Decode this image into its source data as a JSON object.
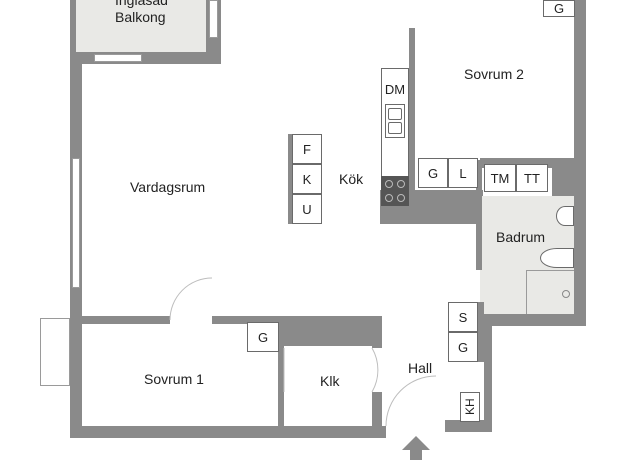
{
  "rooms": {
    "balcony_line1": "Inglasad",
    "balcony_line2": "Balkong",
    "bedroom2": "Sovrum 2",
    "living": "Vardagsrum",
    "kitchen": "Kök",
    "bathroom": "Badrum",
    "bedroom1": "Sovrum 1",
    "closet": "Klk",
    "hall": "Hall"
  },
  "fixtures": {
    "dm": "DM",
    "fridge_f": "F",
    "fridge_k": "K",
    "fridge_u": "U",
    "kitchen_g": "G",
    "kitchen_l": "L",
    "tm": "TM",
    "tt": "TT",
    "top_g": "G",
    "bedroom_g": "G",
    "hall_s": "S",
    "hall_g": "G",
    "kh": "KH"
  },
  "colors": {
    "wall": "#8a8a8a",
    "floor_light": "#e9e9e6"
  }
}
